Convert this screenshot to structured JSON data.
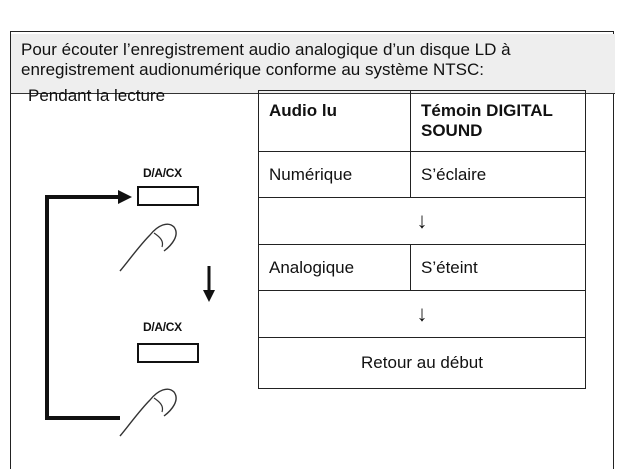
{
  "intro": {
    "line1": "Pour écouter l’enregistrement audio analogique d’un disque LD à",
    "line2": "enregistrement audionumérique conforme au système NTSC:"
  },
  "diagram": {
    "playing_label": "Pendant la lecture",
    "button_top_label": "D/A/CX",
    "button_bottom_label": "D/A/CX",
    "down_arrow": "↓"
  },
  "table": {
    "headers": [
      "Audio lu",
      "Témoin DIGITAL SOUND"
    ],
    "rows": [
      {
        "audio": "Numérique",
        "indicator": "S’éclaire"
      },
      {
        "audio": "Analogique",
        "indicator": "S’éteint"
      }
    ],
    "arrow_symbol": "↓",
    "footer": "Retour au début"
  }
}
